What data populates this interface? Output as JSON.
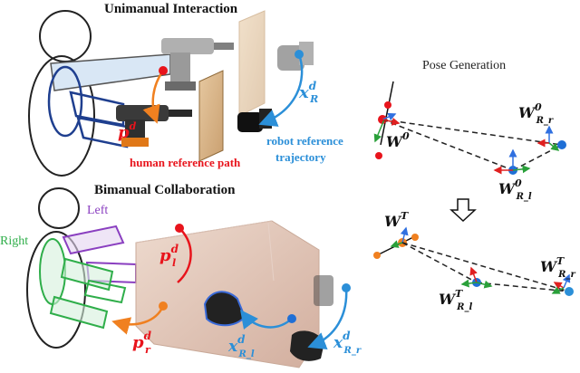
{
  "titles": {
    "unimanual": "Unimanual Interaction",
    "bimanual": "Bimanual Collaboration",
    "pose_generation": "Pose Generation"
  },
  "captions": {
    "human_path": "human reference path",
    "robot_traj_1": "robot reference",
    "robot_traj_2": "trajectory"
  },
  "arm_labels": {
    "left": "Left",
    "right": "Right"
  },
  "math": {
    "p_main": "p",
    "p_main_sup": "d",
    "x_main": "x",
    "x_main_sup": "d",
    "x_main_sub": "R",
    "p_l": "p",
    "p_l_sup": "d",
    "p_l_sub": "l",
    "p_r": "p",
    "p_r_sup": "d",
    "p_r_sub": "r",
    "x_rl": "x",
    "x_rl_sup": "d",
    "x_rl_sub": "R_l",
    "x_rr": "x",
    "x_rr_sup": "d",
    "x_rr_sub": "R_r",
    "w0": "W",
    "w0_sup": "0",
    "wr0": "W",
    "wr0_sup": "0",
    "wr0_sub": "R_r",
    "wl0": "W",
    "wl0_sup": "0",
    "wl0_sub": "R_l",
    "wt": "W",
    "wt_sup": "T",
    "wrt": "W",
    "wrt_sup": "T",
    "wrt_sub": "R_r",
    "wlt": "W",
    "wlt_sup": "T",
    "wlt_sub": "R_l"
  },
  "colors": {
    "human": "#e8141c",
    "robot": "#2b8fd8",
    "left_arm": "#8a3fc0",
    "right_arm": "#2fae4a",
    "orange": "#f08020",
    "blue_point": "#1f6fd6",
    "axis_green": "#2aa03a",
    "axis_red": "#e02020",
    "axis_blue": "#3070e0"
  }
}
